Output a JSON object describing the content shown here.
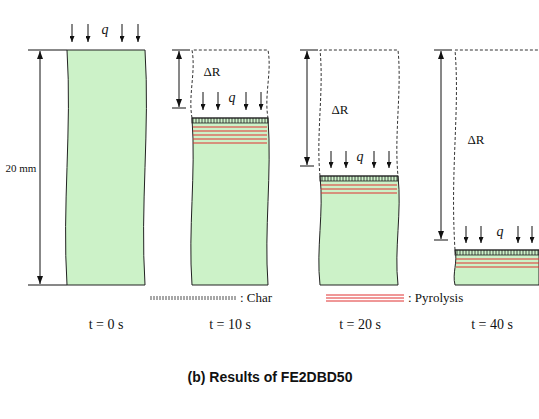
{
  "diagram": {
    "caption": "(b) Results of FE2DBD50",
    "labels": [
      "q",
      "q",
      "q",
      "q",
      "ΔR",
      "ΔR",
      "ΔR",
      "20 mm",
      "t = 0 s",
      "t = 10 s",
      "t = 20 s",
      "t = 40 s"
    ],
    "legend": [
      {
        "text": ": Char"
      },
      {
        "text": ": Pyrolysis"
      }
    ]
  }
}
